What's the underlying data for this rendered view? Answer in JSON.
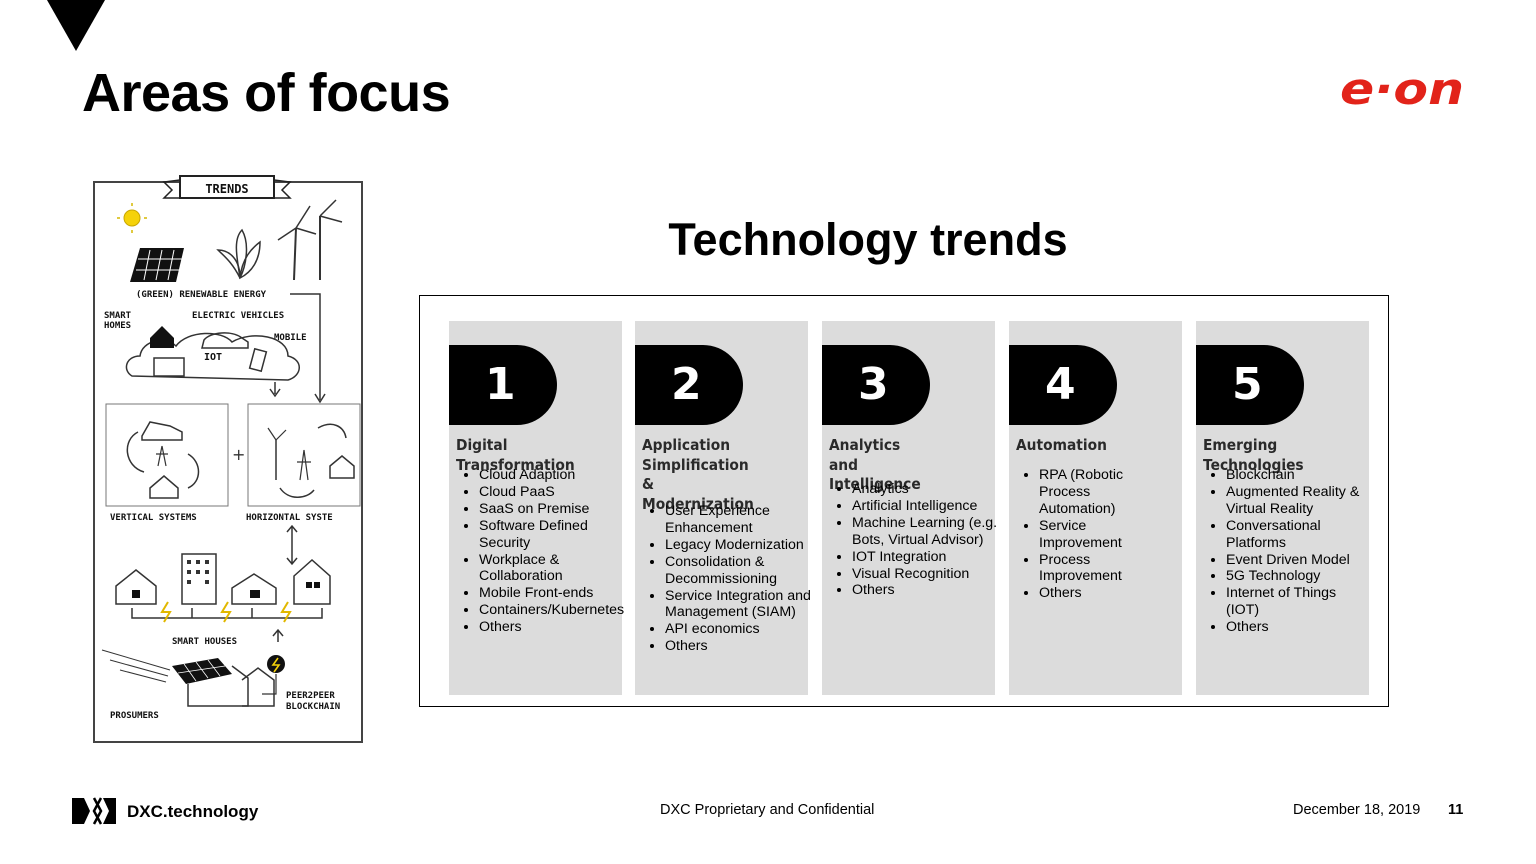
{
  "slide": {
    "title": "Areas of focus",
    "section_title": "Technology trends"
  },
  "logo": {
    "text": "e·on",
    "color": "#e2231a"
  },
  "illustration": {
    "banner": "TRENDS",
    "renewable": "(GREEN) RENEWABLE ENERGY",
    "smart_homes": [
      "SMART",
      "HOMES"
    ],
    "electric_vehicles": "ELECTRIC VEHICLES",
    "mobile": "MOBILE",
    "iot": "IOT",
    "vertical": "VERTICAL SYSTEMS",
    "horizontal": "HORIZONTAL SYSTE",
    "plus": "+",
    "smart_houses": "SMART HOUSES",
    "prosumers": "PROSUMERS",
    "p2p": [
      "PEER2PEER",
      "BLOCKCHAIN"
    ]
  },
  "cards": [
    {
      "number": "1",
      "title": "Digital Transformation",
      "items": [
        "Cloud Adaption",
        "Cloud PaaS",
        "SaaS on Premise",
        "Software Defined Security",
        "Workplace & Collaboration",
        "Mobile Front-ends",
        "Containers/Kubernetes",
        "Others"
      ]
    },
    {
      "number": "2",
      "title": "Application Simplification & Modernization",
      "items": [
        "User Experience Enhancement",
        "Legacy Modernization",
        "Consolidation & Decommissioning",
        "Service Integration and Management (SIAM)",
        "API economics",
        "Others"
      ]
    },
    {
      "number": "3",
      "title": "Analytics and Intelligence",
      "items": [
        "Analytics",
        "Artificial Intelligence",
        "Machine Learning (e.g. Bots, Virtual Advisor)",
        "IOT Integration",
        "Visual Recognition",
        "Others"
      ]
    },
    {
      "number": "4",
      "title": "Automation",
      "items": [
        "RPA (Robotic Process Automation)",
        "Service Improvement",
        "Process Improvement",
        "Others"
      ]
    },
    {
      "number": "5",
      "title": "Emerging Technologies",
      "items": [
        "Blockchain",
        "Augmented Reality & Virtual Reality",
        "Conversational Platforms",
        "Event Driven Model",
        "5G Technology",
        "Internet of Things (IOT)",
        "Others"
      ]
    }
  ],
  "footer": {
    "brand": "DXC.technology",
    "confidential": "DXC Proprietary and Confidential",
    "date": "December 18, 2019",
    "page": "11"
  }
}
